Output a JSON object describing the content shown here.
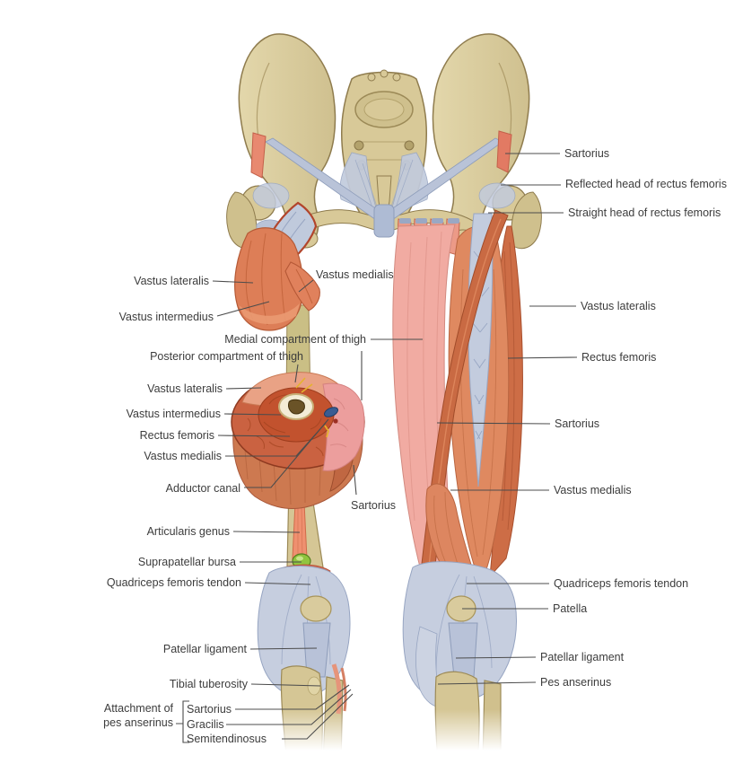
{
  "figure": {
    "labels": {
      "sartorius_origin": "Sartorius",
      "reflected_head": "Reflected head of rectus femoris",
      "straight_head": "Straight head of rectus femoris",
      "vastus_lateralis_r": "Vastus lateralis",
      "rectus_femoris_r": "Rectus femoris",
      "sartorius_r": "Sartorius",
      "vastus_medialis_r": "Vastus medialis",
      "quadriceps_tendon_r": "Quadriceps femoris tendon",
      "patella_r": "Patella",
      "patellar_ligament_r": "Patellar ligament",
      "pes_anserinus_r": "Pes anserinus",
      "vastus_lateralis_stub": "Vastus lateralis",
      "vastus_intermedius_stub": "Vastus intermedius",
      "vastus_medialis_stub": "Vastus medialis",
      "medial_compartment": "Medial compartment of thigh",
      "posterior_compartment": "Posterior compartment of thigh",
      "vastus_lateralis_cs": "Vastus lateralis",
      "vastus_intermedius_cs": "Vastus intermedius",
      "rectus_femoris_cs": "Rectus femoris",
      "vastus_medialis_cs": "Vastus medialis",
      "adductor_canal": "Adductor canal",
      "sartorius_cs": "Sartorius",
      "articularis_genus": "Articularis genus",
      "suprapatellar_bursa": "Suprapatellar bursa",
      "quadriceps_tendon_left": "Quadriceps femoris tendon",
      "patellar_ligament_left": "Patellar ligament",
      "tibial_tuberosity": "Tibial tuberosity",
      "attachment_line1": "Attachment of",
      "attachment_line2": "pes anserinus",
      "pes_sartorius": "Sartorius",
      "pes_gracilis": "Gracilis",
      "pes_semitendinosus": "Semitendinosus"
    },
    "palette": {
      "background": "#ffffff",
      "bone": "#d8c998",
      "bone_outline": "#8f7c4e",
      "ligament_tendon": "#c0c9dc",
      "ligament_outline": "#93a2c0",
      "muscle_light_pink": "#f1aba2",
      "muscle_salmon": "#df8960",
      "muscle_deep_orange": "#cd6d46",
      "cross_section_red": "#c45a36",
      "cross_section_pink": "#ec9e9d",
      "bursa_green": "#8fc43f",
      "vessel_blue": "#3a5c92",
      "artery_red": "#9c3024",
      "nerve_yellow": "#e6b32e",
      "label_text": "#3c3c3c",
      "leader_line": "#4c4c4c"
    }
  }
}
